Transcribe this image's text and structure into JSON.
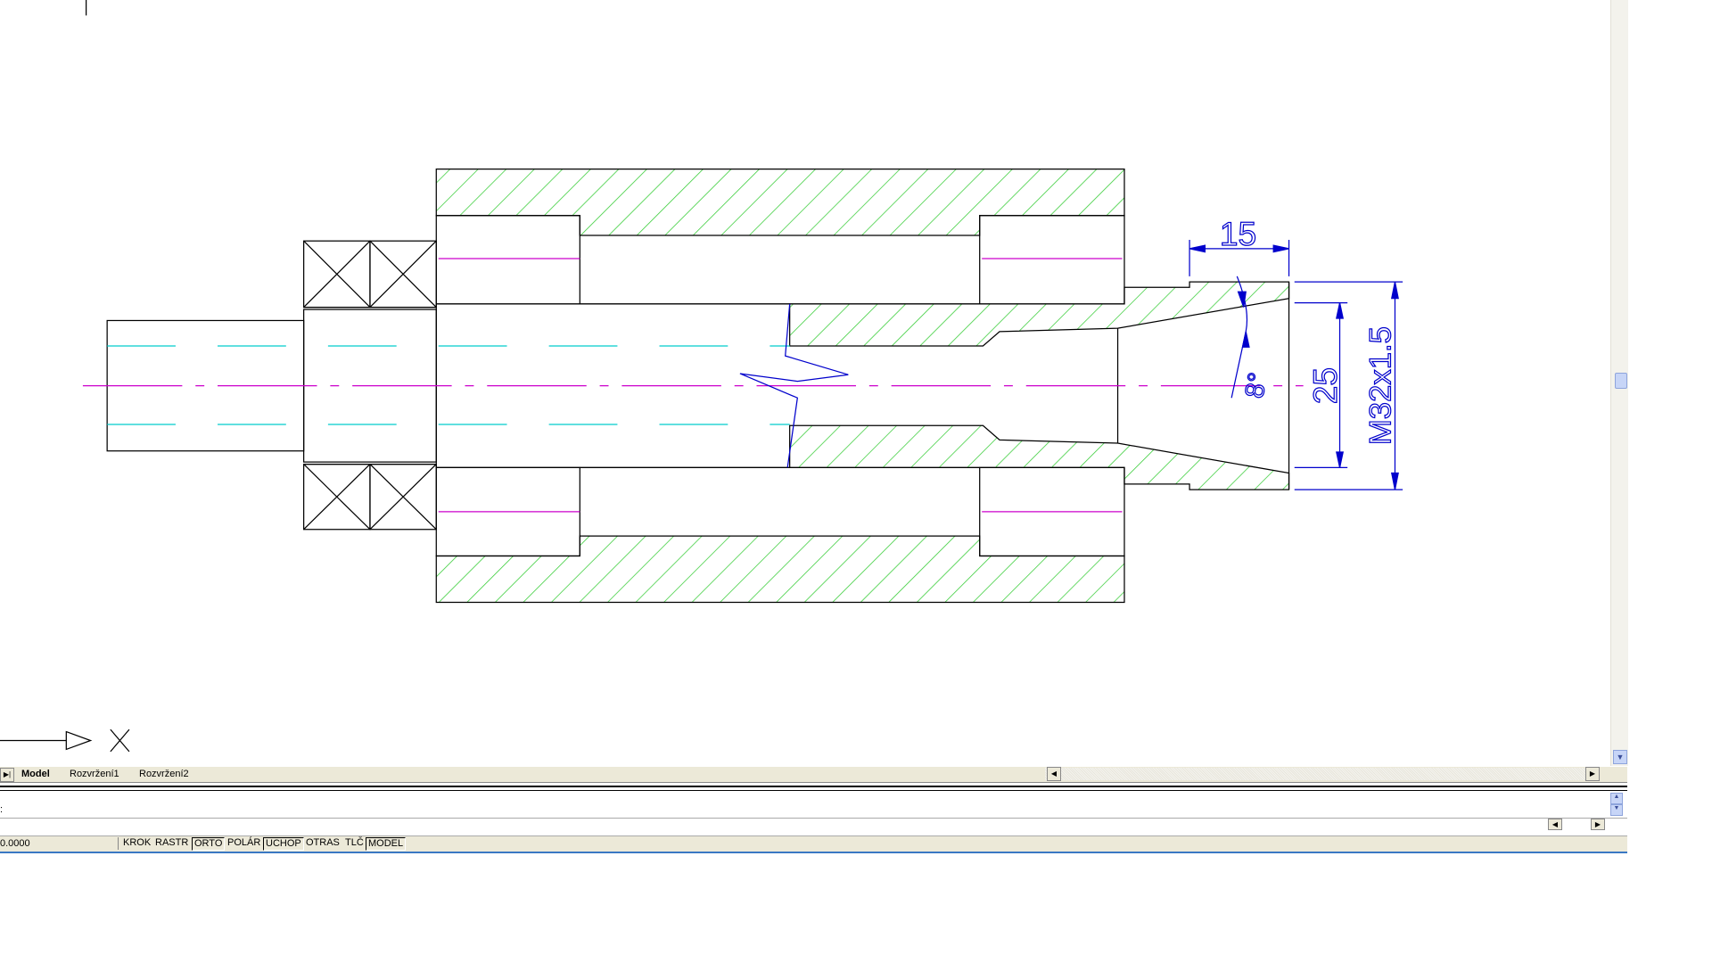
{
  "tabs": [
    {
      "label": "Model",
      "active": true
    },
    {
      "label": "Rozvržení1"
    },
    {
      "label": "Rozvržení2"
    }
  ],
  "drawing": {
    "dim_width": "15",
    "dim_bore": "25",
    "dim_thread": "M32x1.5",
    "dim_angle": "8°",
    "ucs_axis": "X"
  },
  "command": {
    "prompt": ":"
  },
  "status": {
    "coords": "0.0000",
    "toggles": [
      {
        "label": "KROK",
        "on": false
      },
      {
        "label": "RASTR",
        "on": false
      },
      {
        "label": "ORTO",
        "on": true
      },
      {
        "label": "POLÁR",
        "on": false
      },
      {
        "label": "UCHOP",
        "on": true
      },
      {
        "label": "OTRAS",
        "on": false
      },
      {
        "label": "TLČ",
        "on": false
      },
      {
        "label": "MODEL",
        "on": true
      }
    ]
  },
  "colors": {
    "hatch": "#33cc33",
    "dimension": "#0000cc",
    "centerline": "#cc00cc",
    "hidden": "#00cccc",
    "status_border": "#3a78c3"
  }
}
